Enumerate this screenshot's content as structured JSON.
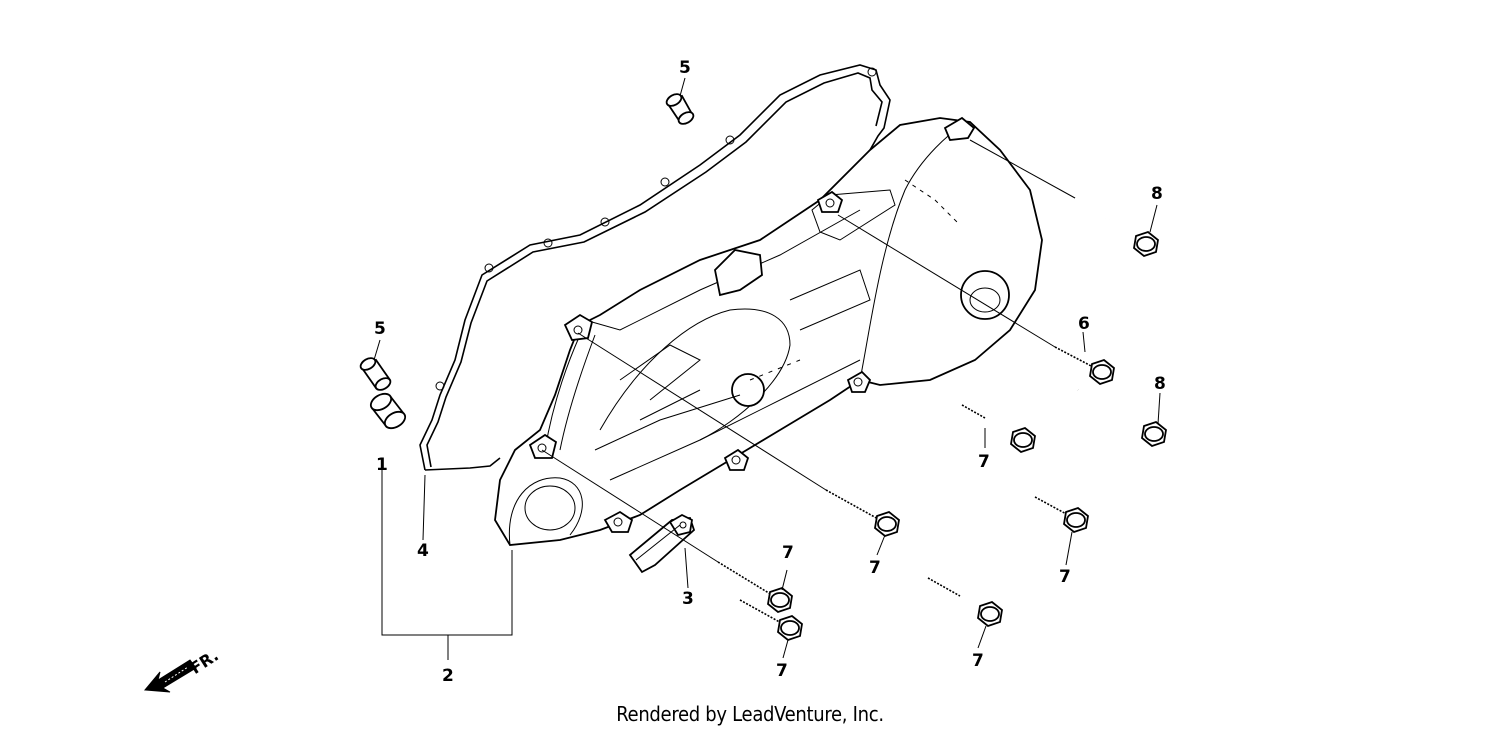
{
  "diagram": {
    "callouts": [
      {
        "id": "c5a",
        "text": "5"
      },
      {
        "id": "c5b",
        "text": "5"
      },
      {
        "id": "c1",
        "text": "1"
      },
      {
        "id": "c4",
        "text": "4"
      },
      {
        "id": "c2",
        "text": "2"
      },
      {
        "id": "c3",
        "text": "3"
      },
      {
        "id": "c6",
        "text": "6"
      },
      {
        "id": "c8a",
        "text": "8"
      },
      {
        "id": "c8b",
        "text": "8"
      },
      {
        "id": "c7a",
        "text": "7"
      },
      {
        "id": "c7b",
        "text": "7"
      },
      {
        "id": "c7c",
        "text": "7"
      },
      {
        "id": "c7d",
        "text": "7"
      },
      {
        "id": "c7e",
        "text": "7"
      },
      {
        "id": "c7f",
        "text": "7"
      }
    ],
    "direction_label": "FR.",
    "credit": "Rendered by LeadVenture, Inc."
  }
}
